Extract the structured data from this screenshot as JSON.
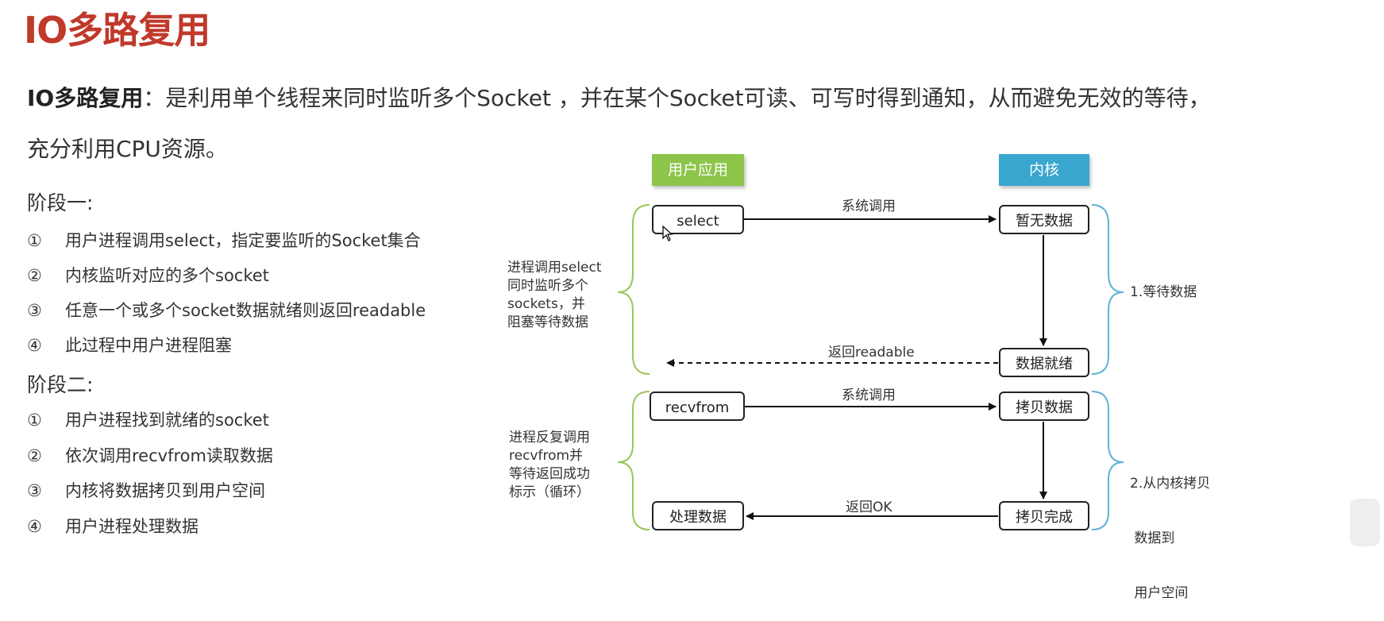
{
  "title": "IO多路复用",
  "intro": {
    "term": "IO多路复用",
    "definition": "：是利用单个线程来同时监听多个Socket ，并在某个Socket可读、可写时得到通知，从而避免无效的等待，充分利用CPU资源。"
  },
  "stages": [
    {
      "title": "阶段一:",
      "steps": [
        {
          "num": "①",
          "text": "用户进程调用select，指定要监听的Socket集合"
        },
        {
          "num": "②",
          "text": "内核监听对应的多个socket"
        },
        {
          "num": "③",
          "text": "任意一个或多个socket数据就绪则返回readable"
        },
        {
          "num": "④",
          "text": "此过程中用户进程阻塞"
        }
      ]
    },
    {
      "title": "阶段二:",
      "steps": [
        {
          "num": "①",
          "text": "用户进程找到就绪的socket"
        },
        {
          "num": "②",
          "text": "依次调用recvfrom读取数据"
        },
        {
          "num": "③",
          "text": "内核将数据拷贝到用户空间"
        },
        {
          "num": "④",
          "text": "用户进程处理数据"
        }
      ]
    }
  ],
  "diagram": {
    "user_header": "用户应用",
    "kernel_header": "内核",
    "user_boxes": {
      "select": "select",
      "recvfrom": "recvfrom",
      "process": "处理数据"
    },
    "kernel_boxes": {
      "no_data": "暂无数据",
      "data_ready": "数据就绪",
      "copy_data": "拷贝数据",
      "copy_done": "拷贝完成"
    },
    "arrows": {
      "syscall1": "系统调用",
      "readable": "返回readable",
      "syscall2": "系统调用",
      "ok": "返回OK"
    },
    "left_notes": {
      "phase1": [
        "进程调用select",
        "同时监听多个",
        "sockets，并",
        "阻塞等待数据"
      ],
      "phase2": [
        "进程反复调用",
        "recvfrom并",
        "等待返回成功",
        "标示（循环）"
      ]
    },
    "right_notes": {
      "phase1": [
        "1.等待数据"
      ],
      "phase2": [
        "2.从内核拷贝",
        " 数据到",
        " 用户空间"
      ]
    },
    "colors": {
      "user_tag": "#8cc54a",
      "kernel_tag": "#38a6cf",
      "left_brace": "#9cc55c",
      "right_brace": "#5fb4d6",
      "title": "#c0392b"
    }
  }
}
